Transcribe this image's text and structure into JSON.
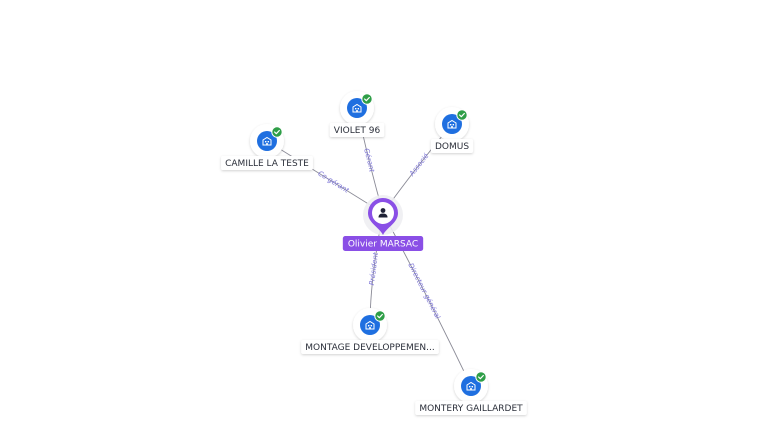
{
  "colors": {
    "edge": "#8a8a96",
    "edge_label": "#7b73d6",
    "company_fill": "#1f6fe0",
    "verified_badge": "#2e9e47",
    "person_fill": "#8a4fe6",
    "label_bg": "#ffffff"
  },
  "person": {
    "name": "Olivier MARSAC",
    "icon": "person-icon"
  },
  "companies": [
    {
      "id": "violet96",
      "name": "VIOLET 96",
      "icon": "building-icon",
      "verified": true,
      "role": "Gérant"
    },
    {
      "id": "domus",
      "name": "DOMUS",
      "icon": "building-icon",
      "verified": true,
      "role": "Associé"
    },
    {
      "id": "camille",
      "name": "CAMILLE LA TESTE",
      "icon": "building-icon",
      "verified": true,
      "role": "Co-gérant"
    },
    {
      "id": "montage",
      "name": "MONTAGE DEVELOPPEMEN...",
      "icon": "building-icon",
      "verified": true,
      "role": "Président"
    },
    {
      "id": "montery",
      "name": "MONTERY GAILLARDET",
      "icon": "building-icon",
      "verified": true,
      "role": "Directeur général"
    }
  ]
}
